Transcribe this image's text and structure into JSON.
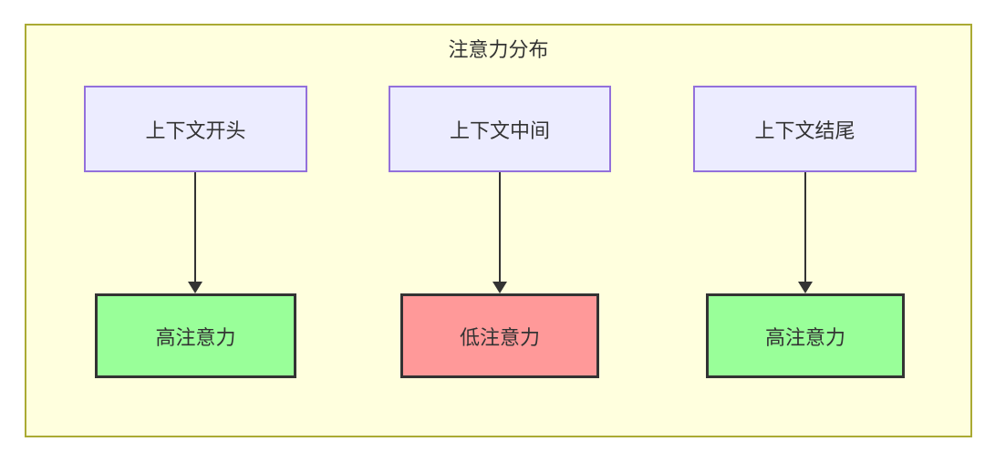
{
  "diagram": {
    "title": "注意力分布",
    "colors": {
      "container_fill": "#ffffde",
      "container_border": "#aaaa33",
      "node_fill": "#ececff",
      "node_border": "#9370db",
      "high_fill": "#99ff99",
      "low_fill": "#ff9999",
      "result_border": "#333333",
      "arrow_color": "#333333",
      "text_color": "#333333"
    },
    "flows": [
      {
        "source": "上下文开头",
        "target": "高注意力",
        "level": "high"
      },
      {
        "source": "上下文中间",
        "target": "低注意力",
        "level": "low"
      },
      {
        "source": "上下文结尾",
        "target": "高注意力",
        "level": "high"
      }
    ]
  }
}
